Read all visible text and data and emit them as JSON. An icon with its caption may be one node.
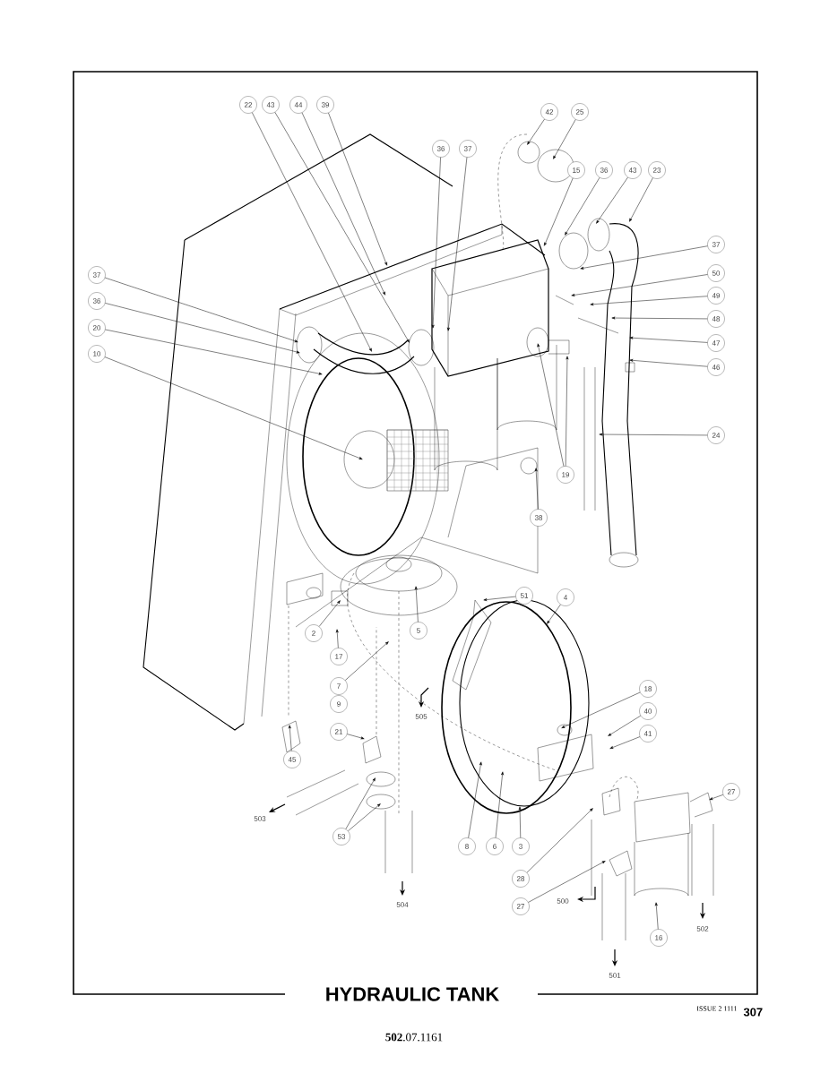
{
  "diagram": {
    "title": "HYDRAULIC TANK",
    "nodes": [
      {
        "text": [
          "22"
        ]
      },
      {
        "text": [
          "43"
        ]
      },
      {
        "text": [
          "44"
        ]
      },
      {
        "text": [
          "39"
        ]
      },
      {
        "text": [
          "42"
        ]
      },
      {
        "text": [
          "25"
        ]
      },
      {
        "text": [
          "36"
        ]
      },
      {
        "text": [
          "37"
        ]
      },
      {
        "text": [
          "15"
        ]
      },
      {
        "text": [
          "36"
        ]
      },
      {
        "text": [
          "43"
        ]
      },
      {
        "text": [
          "23"
        ]
      },
      {
        "text": [
          "37"
        ]
      },
      {
        "text": [
          "50"
        ]
      },
      {
        "text": [
          "37"
        ]
      },
      {
        "text": [
          "49"
        ]
      },
      {
        "text": [
          "36"
        ]
      },
      {
        "text": [
          "48"
        ]
      },
      {
        "text": [
          "20"
        ]
      },
      {
        "text": [
          "47"
        ]
      },
      {
        "text": [
          "10"
        ]
      },
      {
        "text": [
          "46"
        ]
      },
      {
        "text": [
          "24"
        ]
      },
      {
        "text": [
          "19"
        ]
      },
      {
        "text": [
          "38"
        ]
      },
      {
        "text": [
          "51"
        ]
      },
      {
        "text": [
          "4"
        ]
      },
      {
        "text": [
          "5"
        ]
      },
      {
        "text": [
          "2"
        ]
      },
      {
        "text": [
          "17"
        ]
      },
      {
        "text": [
          "7"
        ]
      },
      {
        "text": [
          "18"
        ]
      },
      {
        "text": [
          "9"
        ]
      },
      {
        "text": [
          "40"
        ]
      },
      {
        "text": [
          "21"
        ]
      },
      {
        "text": [
          "41"
        ]
      },
      {
        "text": [
          "45"
        ]
      },
      {
        "text": [
          "27"
        ]
      },
      {
        "text": [
          "53"
        ]
      },
      {
        "text": [
          "8"
        ]
      },
      {
        "text": [
          "6"
        ]
      },
      {
        "text": [
          "3"
        ]
      },
      {
        "text": [
          "28"
        ]
      },
      {
        "text": [
          "27"
        ]
      },
      {
        "text": [
          "16"
        ]
      }
    ],
    "edges": [
      {
        "from": 0,
        "to": null,
        "arrow": "to"
      },
      {
        "from": 1,
        "to": null,
        "arrow": "to"
      },
      {
        "from": 2,
        "to": null,
        "arrow": "to"
      },
      {
        "from": 3,
        "to": null,
        "arrow": "to"
      },
      {
        "from": 4,
        "to": null,
        "arrow": "to"
      },
      {
        "from": 5,
        "to": null,
        "arrow": "to"
      },
      {
        "from": 6,
        "to": null,
        "arrow": "to"
      },
      {
        "from": 7,
        "to": null,
        "arrow": "to"
      },
      {
        "from": 8,
        "to": null,
        "arrow": "to"
      },
      {
        "from": 9,
        "to": null,
        "arrow": "to"
      },
      {
        "from": 10,
        "to": null,
        "arrow": "to"
      },
      {
        "from": 11,
        "to": null,
        "arrow": "to"
      },
      {
        "from": 12,
        "to": null,
        "arrow": "to"
      },
      {
        "from": 13,
        "to": null,
        "arrow": "to"
      },
      {
        "from": 14,
        "to": null,
        "arrow": "to"
      },
      {
        "from": 15,
        "to": null,
        "arrow": "to"
      },
      {
        "from": 16,
        "to": null,
        "arrow": "to"
      },
      {
        "from": 17,
        "to": null,
        "arrow": "to"
      },
      {
        "from": 18,
        "to": null,
        "arrow": "to"
      },
      {
        "from": 19,
        "to": null,
        "arrow": "to"
      },
      {
        "from": 20,
        "to": null,
        "arrow": "to"
      },
      {
        "from": 21,
        "to": null,
        "arrow": "to"
      },
      {
        "from": 22,
        "to": null,
        "arrow": "to"
      },
      {
        "from": 23,
        "to": null,
        "arrow": "to"
      },
      {
        "from": 23,
        "to": null,
        "arrow": "to"
      },
      {
        "from": 24,
        "to": null,
        "arrow": "to"
      },
      {
        "from": 25,
        "to": null,
        "arrow": "to"
      },
      {
        "from": 26,
        "to": null,
        "arrow": "to"
      },
      {
        "from": 27,
        "to": null,
        "arrow": "to"
      },
      {
        "from": 28,
        "to": null,
        "arrow": "to"
      },
      {
        "from": 29,
        "to": null,
        "arrow": "to"
      },
      {
        "from": 30,
        "to": null,
        "arrow": "to"
      },
      {
        "from": 31,
        "to": null,
        "arrow": "to"
      },
      {
        "from": 33,
        "to": null,
        "arrow": "to"
      },
      {
        "from": 34,
        "to": null,
        "arrow": "to"
      },
      {
        "from": 35,
        "to": null,
        "arrow": "to"
      },
      {
        "from": 36,
        "to": null,
        "arrow": "to"
      },
      {
        "from": 37,
        "to": null,
        "arrow": "to"
      },
      {
        "from": 38,
        "to": null,
        "arrow": "to"
      },
      {
        "from": 38,
        "to": null,
        "arrow": "to"
      },
      {
        "from": 39,
        "to": null,
        "arrow": "to"
      },
      {
        "from": 40,
        "to": null,
        "arrow": "to"
      },
      {
        "from": 41,
        "to": null,
        "arrow": "to"
      },
      {
        "from": 42,
        "to": null,
        "arrow": "to"
      },
      {
        "from": 43,
        "to": null,
        "arrow": "to"
      },
      {
        "from": 44,
        "to": null,
        "arrow": "to"
      }
    ],
    "labels": [
      "505",
      "503",
      "500",
      "504",
      "502",
      "501",
      "ISSUE 2 1111",
      "307",
      "**502**.07.1161"
    ]
  }
}
